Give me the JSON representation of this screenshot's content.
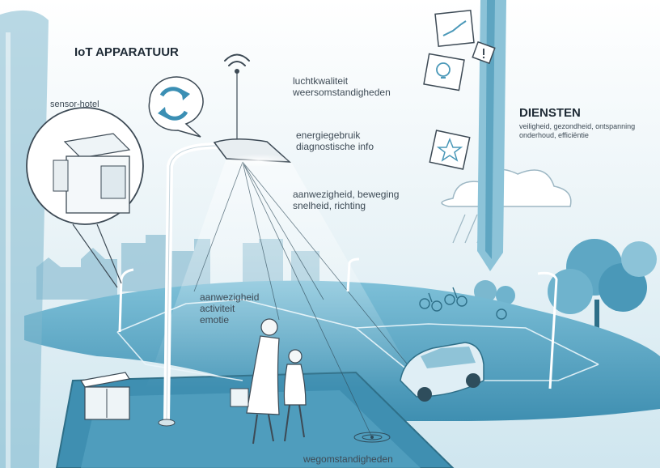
{
  "heading": "IoT APPARATUUR",
  "services": {
    "title": "DIENSTEN",
    "lines": [
      "veiligheid, gezondheid, ontspanning",
      "onderhoud, efficiëntie"
    ]
  },
  "sensor_label": "sensor-hotel",
  "labels": {
    "air": [
      "luchtkwaliteit",
      "weersomstandigheden"
    ],
    "energy": [
      "energiegebruik",
      "diagnostische info"
    ],
    "motion": [
      "aanwezigheid, beweging",
      "snelheid, richting"
    ],
    "people": [
      "aanwezigheid",
      "activiteit",
      "emotie"
    ],
    "road": "wegomstandigheden"
  },
  "colors": {
    "accent": "#4a98b8",
    "dark_teal": "#2e7d9a",
    "ground": "#6ab3cf",
    "text": "#3d4a55"
  },
  "icons": [
    "wifi-signal-icon",
    "refresh-icon",
    "chart-icon",
    "alert-icon",
    "lightbulb-icon",
    "star-icon"
  ]
}
